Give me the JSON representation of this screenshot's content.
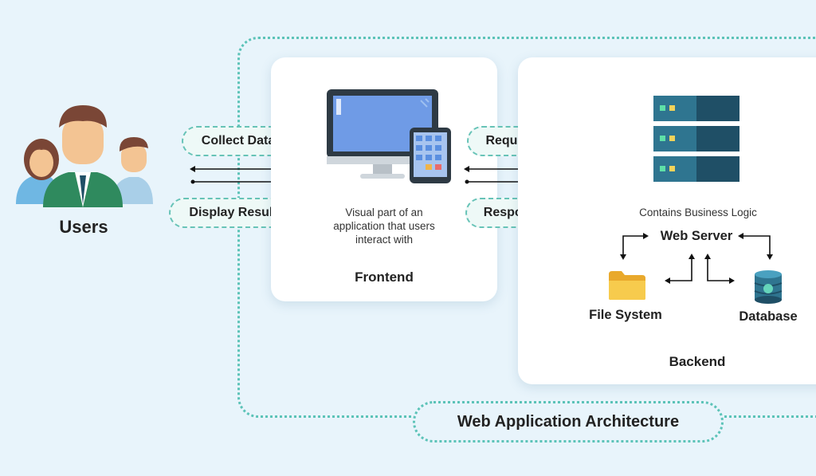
{
  "users": {
    "label": "Users"
  },
  "links": {
    "collect": "Collect Data",
    "display": "Display Results",
    "request": "Request",
    "response": "Response"
  },
  "frontend": {
    "description_lines": [
      "Visual part of an",
      "application that users",
      "interact with"
    ],
    "label": "Frontend"
  },
  "backend": {
    "description": "Contains Business Logic",
    "web_server": "Web Server",
    "file_system": "File System",
    "database": "Database",
    "label": "Backend"
  },
  "title": "Web Application Architecture",
  "colors": {
    "accent": "#5cc3b8",
    "background": "#e8f4fb",
    "server_dark": "#1f4f66",
    "server_light": "#2f7590"
  }
}
